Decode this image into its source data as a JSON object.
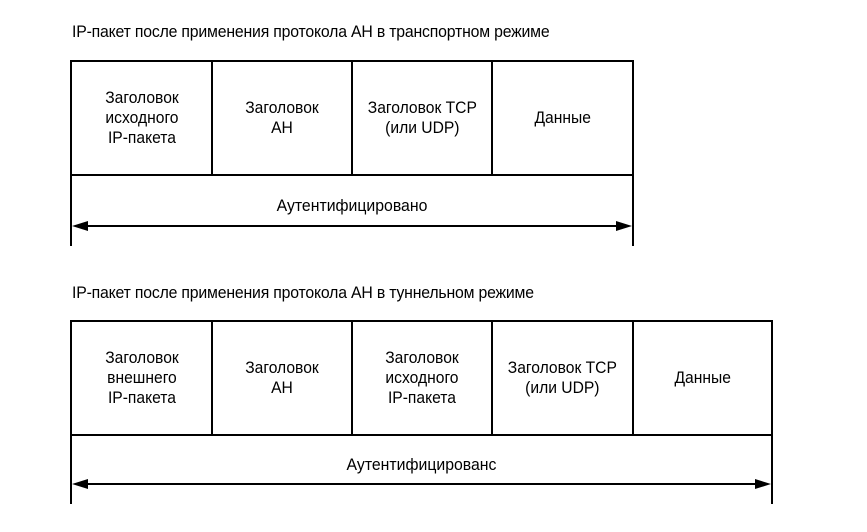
{
  "diagrams": [
    {
      "title": "IP-пакет  после применения протокола AH в транспортном режиме",
      "fields": [
        "Заголовок\nисходного\nIP-пакета",
        "Заголовок\nAH",
        "Заголовок TCP\n(или UDP)",
        "Данные"
      ],
      "span_label": "Аутентифицировано"
    },
    {
      "title": "IP-пакет после применения протокола AH в туннельном режиме",
      "fields": [
        "Заголовок\nвнешнего\nIP-пакета",
        "Заголовок\nAH",
        "Заголовок\nисходного\nIP-пакета",
        "Заголовок TCP\n(или UDP)",
        "Данные"
      ],
      "span_label": "Аутентифицированс"
    }
  ]
}
